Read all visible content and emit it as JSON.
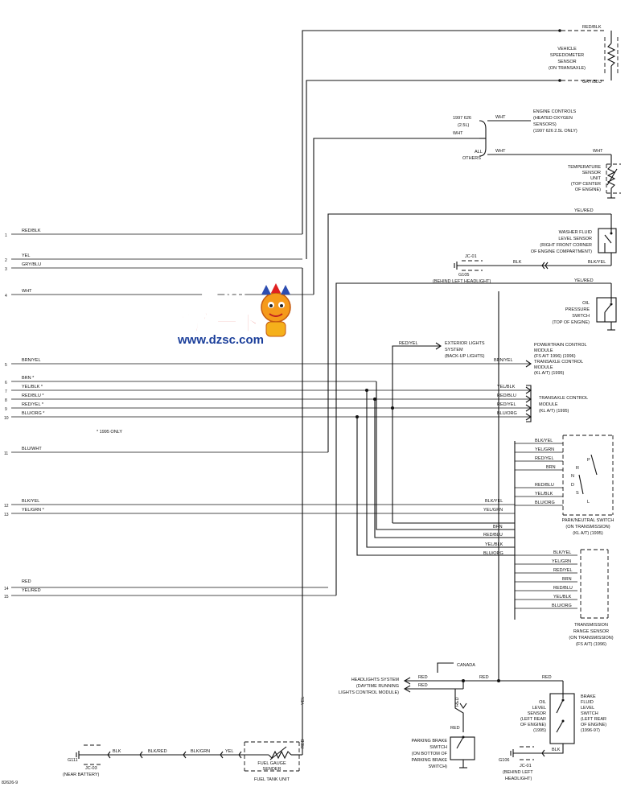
{
  "connector_pins": [
    {
      "num": "1",
      "wire": "RED/BLK"
    },
    {
      "num": "2",
      "wire": "YEL"
    },
    {
      "num": "3",
      "wire": "GRY/BLU"
    },
    {
      "num": "4",
      "wire": "WHT"
    },
    {
      "num": "5",
      "wire": "BRN/YEL"
    },
    {
      "num": "6",
      "wire": "BRN *"
    },
    {
      "num": "7",
      "wire": "YEL/BLK *"
    },
    {
      "num": "8",
      "wire": "RED/BLU *"
    },
    {
      "num": "9",
      "wire": "RED/YEL *"
    },
    {
      "num": "10",
      "wire": "BLU/ORG *"
    },
    {
      "num": "11",
      "wire": "BLU/WHT"
    },
    {
      "num": "12",
      "wire": "BLK/YEL"
    },
    {
      "num": "13",
      "wire": "YEL/GRN *"
    },
    {
      "num": "14",
      "wire": "RED"
    },
    {
      "num": "15",
      "wire": "YEL/RED"
    }
  ],
  "footnote": "* 1995 ONLY",
  "components": {
    "speedometer_sensor": [
      "VEHICLE",
      "SPEEDOMETER",
      "SENSOR",
      "(ON TRANSAXLE)"
    ],
    "engine_controls": [
      "ENGINE CONTROLS",
      "(HEATED OXYGEN",
      "SENSORS)",
      "(1997 626 2.5L ONLY)"
    ],
    "temp_sensor": [
      "TEMPERATURE",
      "SENSOR",
      "UNIT",
      "(TOP CENTER",
      "OF ENGINE)"
    ],
    "washer_fluid": [
      "WASHER FLUID",
      "LEVEL SENSOR",
      "(RIGHT FRONT CORNER",
      "OF ENGINE COMPARTMENT)"
    ],
    "oil_pressure": [
      "OIL",
      "PRESSURE",
      "SWITCH",
      "(TOP OF ENGINE)"
    ],
    "exterior_lights": [
      "EXTERIOR LIGHTS",
      "SYSTEM",
      "(BACK-UP LIGHTS)"
    ],
    "powertrain": [
      "POWERTRAIN CONTROL",
      "MODULE",
      "(FS A/T 1996) (1996)",
      "TRANSAXLE CONTROL",
      "MODULE",
      "(KL A/T) (1995)"
    ],
    "tcm": [
      "TRANSAXLE CONTROL",
      "MODULE",
      "(KL A/T) (1995)"
    ],
    "park_neutral": [
      "PARK/NEUTRAL SWITCH",
      "(ON TRANSMISSION)",
      "(KL A/T) (1995)"
    ],
    "trs": [
      "TRANSMISSION",
      "RANGE SENSOR",
      "(ON TRANSMISSION)",
      "(FS A/T) (1996)"
    ],
    "headlights": [
      "HEADLIGHTS SYSTEM",
      "(DAYTIME RUNNING",
      "LIGHTS CONTROL MODULE)"
    ],
    "parking_brake": [
      "PARKING BRAKE",
      "SWITCH",
      "(ON BOTTOM OF",
      "PARKING BRAKE",
      "SWITCH)"
    ],
    "oil_level": [
      "OIL",
      "LEVEL",
      "SENSOR",
      "(LEFT REAR",
      "OF ENGINE)",
      "(1995)"
    ],
    "brake_fluid": [
      "BRAKE",
      "FLUID",
      "LEVEL",
      "SWITCH",
      "(LEFT REAR",
      "OF ENGINE)",
      "(1996-97)"
    ],
    "fuel_sender": [
      "FUEL GAUGE",
      "SENDER"
    ],
    "fuel_tank": "FUEL TANK UNIT"
  },
  "labels": {
    "red_blk": "RED/BLK",
    "gry_blu": "GRY/BLU",
    "wht": "WHT",
    "wht_b": "WHT",
    "wht_c": "WHT",
    "wht_d": "WHT",
    "yr_626": "1997 626",
    "yr_25l": "(2.5L)",
    "all": "ALL",
    "others": "OTHERS",
    "yel_red": "YEL/RED",
    "yel_red_b": "YEL/RED",
    "blk": "BLK",
    "blk_yel": "BLK/YEL",
    "jc01": "JC-01",
    "g105": "G105",
    "behind_left": "(BEHIND LEFT HEADLIGHT)",
    "red_yel": "RED/YEL",
    "brn_yel": "BRN/YEL",
    "yel_blk": "YEL/BLK",
    "red_blu": "RED/BLU",
    "red_yel_b": "RED/YEL",
    "blu_org": "BLU/ORG",
    "canada": "CANADA",
    "red": "RED",
    "jc03": "JC-03",
    "g111": "G111",
    "near_battery": "(NEAR BATTERY)",
    "blk_red": "BLK/RED",
    "blk_grn": "BLK/GRN",
    "yel": "YEL",
    "jc01_b": "JC-01",
    "g106": "G106",
    "behind_left_b": "(BEHIND LEFT",
    "headlight_b": "HEADLIGHT)",
    "fig_id": "82626-9"
  },
  "pn_switch_wires": [
    "BLK/YEL",
    "YEL/GRN",
    "RED/YEL",
    "BRN",
    "RED/BLU",
    "YEL/BLK",
    "BLU/ORG"
  ],
  "pn_positions": [
    "P",
    "R",
    "N",
    "D",
    "S",
    "L"
  ],
  "trs_wires": [
    "BLK/YEL",
    "YEL/GRN",
    "RED/YEL",
    "BRN",
    "RED/BLU",
    "YEL/BLK",
    "BLU/ORG"
  ],
  "bus_wires": [
    "BLK/YEL",
    "YEL/GRN",
    "BRN",
    "RED/BLU",
    "YEL/BLK",
    "BLU/ORG"
  ],
  "watermark": {
    "top": "技术片",
    "title": "维库一下",
    "url": "www.dzsc.com"
  }
}
